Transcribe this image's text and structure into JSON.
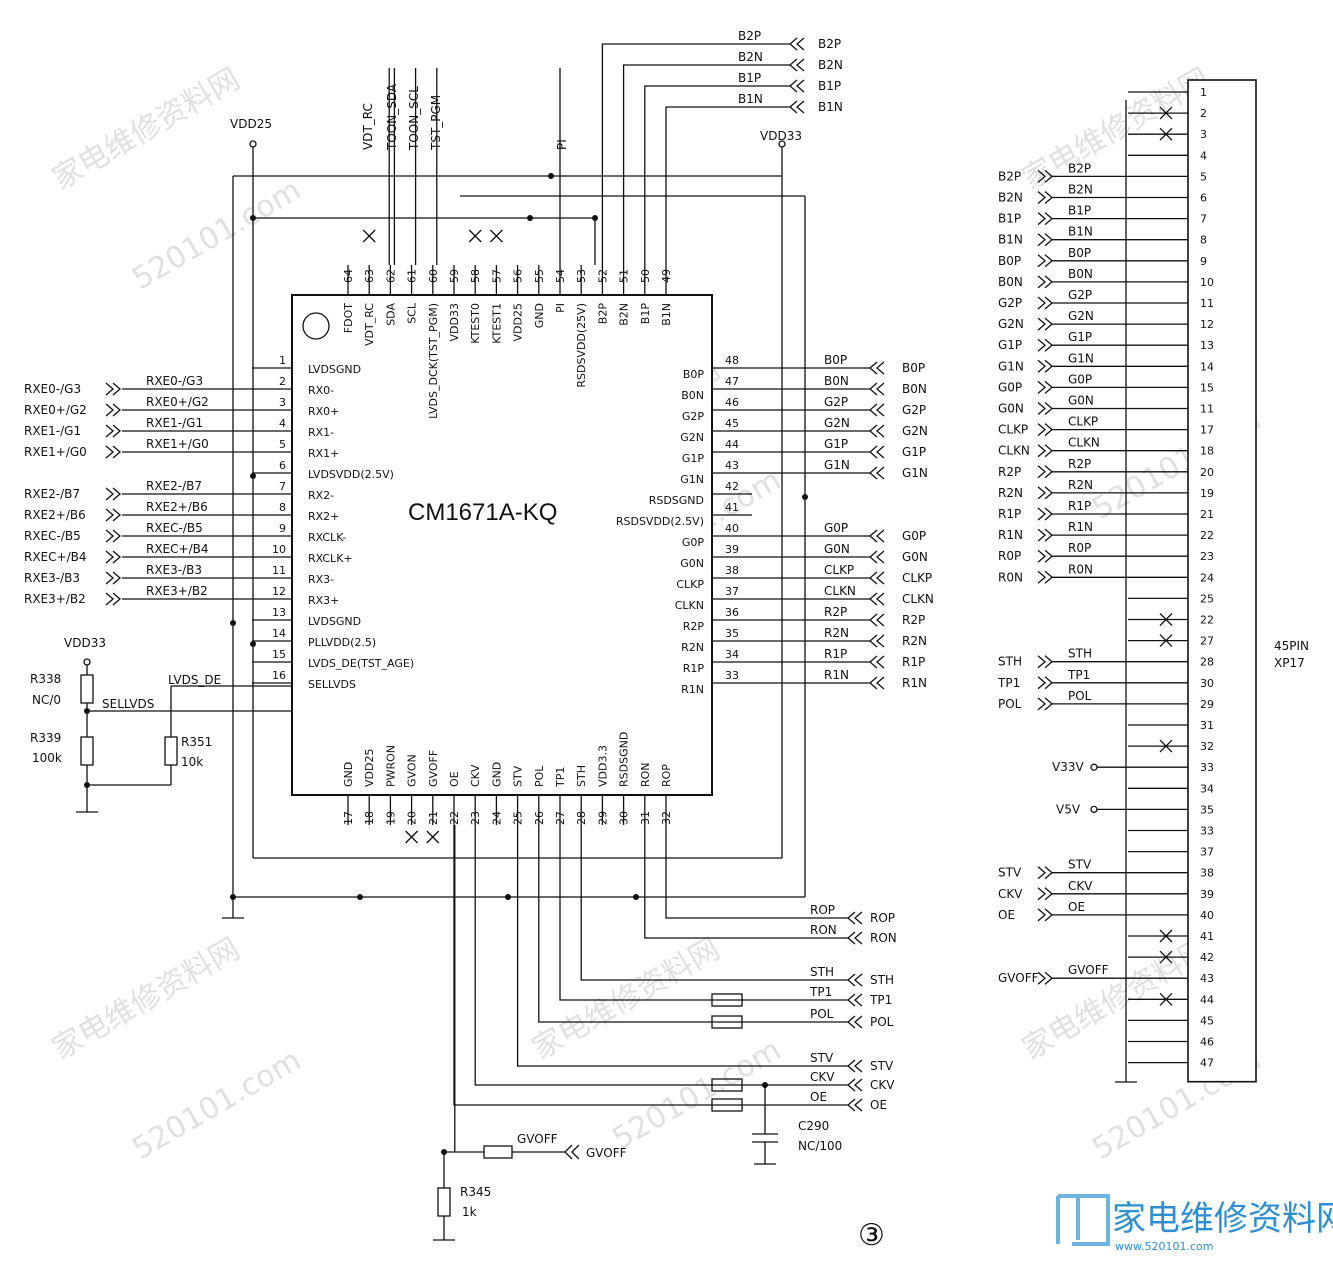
{
  "chip": {
    "name": "CM1671A-KQ",
    "left_pins": [
      {
        "n": "1",
        "name": "LVDSGND"
      },
      {
        "n": "2",
        "name": "RX0-"
      },
      {
        "n": "3",
        "name": "RX0+"
      },
      {
        "n": "4",
        "name": "RX1-"
      },
      {
        "n": "5",
        "name": "RX1+"
      },
      {
        "n": "6",
        "name": "LVDSVDD(2.5V)"
      },
      {
        "n": "7",
        "name": "RX2-"
      },
      {
        "n": "8",
        "name": "RX2+"
      },
      {
        "n": "9",
        "name": "RXCLK-"
      },
      {
        "n": "10",
        "name": "RXCLK+"
      },
      {
        "n": "11",
        "name": "RX3-"
      },
      {
        "n": "12",
        "name": "RX3+"
      },
      {
        "n": "13",
        "name": "LVDSGND"
      },
      {
        "n": "14",
        "name": "PLLVDD(2.5)"
      },
      {
        "n": "15",
        "name": "LVDS_DE(TST_AGE)"
      },
      {
        "n": "16",
        "name": "SELLVDS"
      }
    ],
    "right_pins": [
      {
        "n": "48",
        "name": "B0P"
      },
      {
        "n": "47",
        "name": "B0N"
      },
      {
        "n": "46",
        "name": "G2P"
      },
      {
        "n": "45",
        "name": "G2N"
      },
      {
        "n": "44",
        "name": "G1P"
      },
      {
        "n": "43",
        "name": "G1N"
      },
      {
        "n": "42",
        "name": "RSDSGND"
      },
      {
        "n": "41",
        "name": "RSDSVDD(2.5V)"
      },
      {
        "n": "40",
        "name": "G0P"
      },
      {
        "n": "39",
        "name": "G0N"
      },
      {
        "n": "38",
        "name": "CLKP"
      },
      {
        "n": "37",
        "name": "CLKN"
      },
      {
        "n": "36",
        "name": "R2P"
      },
      {
        "n": "35",
        "name": "R2N"
      },
      {
        "n": "34",
        "name": "R1P"
      },
      {
        "n": "33",
        "name": "R1N"
      }
    ],
    "top_pins": [
      {
        "n": "64",
        "name": "FDOT"
      },
      {
        "n": "63",
        "name": "VDT_RC"
      },
      {
        "n": "62",
        "name": "SDA"
      },
      {
        "n": "61",
        "name": "SCL"
      },
      {
        "n": "60",
        "name": "LVDS_DCK(TST_PGM)"
      },
      {
        "n": "59",
        "name": "VDD33"
      },
      {
        "n": "58",
        "name": "KTEST0"
      },
      {
        "n": "57",
        "name": "KTEST1"
      },
      {
        "n": "56",
        "name": "VDD25"
      },
      {
        "n": "55",
        "name": "GND"
      },
      {
        "n": "54",
        "name": "PI"
      },
      {
        "n": "53",
        "name": "RSDSVDD(25V)"
      },
      {
        "n": "52",
        "name": "B2P"
      },
      {
        "n": "51",
        "name": "B2N"
      },
      {
        "n": "50",
        "name": "B1P"
      },
      {
        "n": "49",
        "name": "B1N"
      }
    ],
    "bottom_pins": [
      {
        "n": "17",
        "name": "GND"
      },
      {
        "n": "18",
        "name": "VDD25"
      },
      {
        "n": "19",
        "name": "PWRON"
      },
      {
        "n": "20",
        "name": "GVON"
      },
      {
        "n": "21",
        "name": "GVOFF"
      },
      {
        "n": "22",
        "name": "OE"
      },
      {
        "n": "23",
        "name": "CKV"
      },
      {
        "n": "24",
        "name": "GND"
      },
      {
        "n": "25",
        "name": "STV"
      },
      {
        "n": "26",
        "name": "POL"
      },
      {
        "n": "27",
        "name": "TP1"
      },
      {
        "n": "28",
        "name": "STH"
      },
      {
        "n": "29",
        "name": "VDD3.3"
      },
      {
        "n": "30",
        "name": "RSDSGND"
      },
      {
        "n": "31",
        "name": "RON"
      },
      {
        "n": "32",
        "name": "ROP"
      }
    ]
  },
  "left_signals": [
    {
      "pin": 2,
      "port": "RXE0-/G3",
      "wire": "RXE0-/G3"
    },
    {
      "pin": 3,
      "port": "RXE0+/G2",
      "wire": "RXE0+/G2"
    },
    {
      "pin": 4,
      "port": "RXE1-/G1",
      "wire": "RXE1-/G1"
    },
    {
      "pin": 5,
      "port": "RXE1+/G0",
      "wire": "RXE1+/G0"
    },
    {
      "pin": 7,
      "port": "RXE2-/B7",
      "wire": "RXE2-/B7"
    },
    {
      "pin": 8,
      "port": "RXE2+/B6",
      "wire": "RXE2+/B6"
    },
    {
      "pin": 9,
      "port": "RXEC-/B5",
      "wire": "RXEC-/B5"
    },
    {
      "pin": 10,
      "port": "RXEC+/B4",
      "wire": "RXEC+/B4"
    },
    {
      "pin": 11,
      "port": "RXE3-/B3",
      "wire": "RXE3-/B3"
    },
    {
      "pin": 12,
      "port": "RXE3+/B2",
      "wire": "RXE3+/B2"
    }
  ],
  "right_signals": [
    {
      "pin": 48,
      "wire": "B0P",
      "port": "B0P"
    },
    {
      "pin": 47,
      "wire": "B0N",
      "port": "B0N"
    },
    {
      "pin": 46,
      "wire": "G2P",
      "port": "G2P"
    },
    {
      "pin": 45,
      "wire": "G2N",
      "port": "G2N"
    },
    {
      "pin": 44,
      "wire": "G1P",
      "port": "G1P"
    },
    {
      "pin": 43,
      "wire": "G1N",
      "port": "G1N"
    },
    {
      "pin": 40,
      "wire": "G0P",
      "port": "G0P"
    },
    {
      "pin": 39,
      "wire": "G0N",
      "port": "G0N"
    },
    {
      "pin": 38,
      "wire": "CLKP",
      "port": "CLKP"
    },
    {
      "pin": 37,
      "wire": "CLKN",
      "port": "CLKN"
    },
    {
      "pin": 36,
      "wire": "R2P",
      "port": "R2P"
    },
    {
      "pin": 35,
      "wire": "R2N",
      "port": "R2N"
    },
    {
      "pin": 34,
      "wire": "R1P",
      "port": "R1P"
    },
    {
      "pin": 33,
      "wire": "R1N",
      "port": "R1N"
    }
  ],
  "top_signals": [
    {
      "wire": "B2P",
      "port": "B2P"
    },
    {
      "wire": "B2N",
      "port": "B2N"
    },
    {
      "wire": "B1P",
      "port": "B1P"
    },
    {
      "wire": "B1N",
      "port": "B1N"
    }
  ],
  "top_vertical_labels": [
    "VDT_RC",
    "TOON_SDA",
    "TOON_SCL",
    "TST_PGM",
    "PI"
  ],
  "bottom_signals": [
    {
      "wire": "ROP",
      "port": "ROP"
    },
    {
      "wire": "RON",
      "port": "RON"
    },
    {
      "wire": "STH",
      "port": "STH"
    },
    {
      "wire": "TP1",
      "port": "TP1"
    },
    {
      "wire": "POL",
      "port": "POL"
    },
    {
      "wire": "STV",
      "port": "STV"
    },
    {
      "wire": "CKV",
      "port": "CKV"
    },
    {
      "wire": "OE",
      "port": "OE"
    }
  ],
  "power": {
    "vdd25": "VDD25",
    "vdd33_top": "VDD33",
    "vdd33_left": "VDD33"
  },
  "components": {
    "r338_ref": "R338",
    "r338_val": "NC/0",
    "r339_ref": "R339",
    "r339_val": "100k",
    "r351_ref": "R351",
    "r351_val": "10k",
    "r345_ref": "R345",
    "r345_val": "1k",
    "c290_ref": "C290",
    "c290_val": "NC/100",
    "lvds_de": "LVDS_DE",
    "sellvds": "SELLVDS",
    "gvoff_wire": "GVOFF",
    "gvoff_port": "GVOFF"
  },
  "connector": {
    "name": "45PIN",
    "ref": "XP17",
    "pins": [
      "1",
      "2",
      "3",
      "4",
      "5",
      "6",
      "7",
      "8",
      "9",
      "10",
      "11",
      "12",
      "13",
      "14",
      "15",
      "11",
      "17",
      "18",
      "20",
      "19",
      "21",
      "22",
      "23",
      "24",
      "25",
      "22",
      "27",
      "28",
      "30",
      "29",
      "31",
      "32",
      "33",
      "34",
      "35",
      "33",
      "37",
      "38",
      "39",
      "40",
      "41",
      "42",
      "43",
      "44",
      "45",
      "46",
      "47"
    ],
    "signals": [
      {
        "row": 4,
        "wire": "B2P",
        "port": "B2P"
      },
      {
        "row": 5,
        "wire": "B2N",
        "port": "B2N"
      },
      {
        "row": 6,
        "wire": "B1P",
        "port": "B1P"
      },
      {
        "row": 7,
        "wire": "B1N",
        "port": "B1N"
      },
      {
        "row": 8,
        "wire": "B0P",
        "port": "B0P"
      },
      {
        "row": 9,
        "wire": "B0N",
        "port": "B0N"
      },
      {
        "row": 10,
        "wire": "G2P",
        "port": "G2P"
      },
      {
        "row": 11,
        "wire": "G2N",
        "port": "G2N"
      },
      {
        "row": 12,
        "wire": "G1P",
        "port": "G1P"
      },
      {
        "row": 13,
        "wire": "G1N",
        "port": "G1N"
      },
      {
        "row": 14,
        "wire": "G0P",
        "port": "G0P"
      },
      {
        "row": 15,
        "wire": "G0N",
        "port": "G0N"
      },
      {
        "row": 16,
        "wire": "CLKP",
        "port": "CLKP"
      },
      {
        "row": 17,
        "wire": "CLKN",
        "port": "CLKN"
      },
      {
        "row": 18,
        "wire": "R2P",
        "port": "R2P"
      },
      {
        "row": 19,
        "wire": "R2N",
        "port": "R2N"
      },
      {
        "row": 20,
        "wire": "R1P",
        "port": "R1P"
      },
      {
        "row": 21,
        "wire": "R1N",
        "port": "R1N"
      },
      {
        "row": 22,
        "wire": "R0P",
        "port": "R0P"
      },
      {
        "row": 23,
        "wire": "R0N",
        "port": "R0N"
      },
      {
        "row": 27,
        "wire": "STH",
        "port": "STH"
      },
      {
        "row": 28,
        "wire": "TP1",
        "port": "TP1"
      },
      {
        "row": 29,
        "wire": "POL",
        "port": "POL"
      },
      {
        "row": 37,
        "wire": "STV",
        "port": "STV"
      },
      {
        "row": 38,
        "wire": "CKV",
        "port": "CKV"
      },
      {
        "row": 39,
        "wire": "OE",
        "port": "OE"
      },
      {
        "row": 42,
        "wire": "GVOFF",
        "port": "GVOFF"
      }
    ],
    "v33": "V33V",
    "v5": "V5V"
  },
  "page_number": "③",
  "watermarks": [
    "家电维修资料网",
    "520101.com"
  ],
  "logo": {
    "text": "家电维修资料网",
    "url": "www.520101.com"
  }
}
